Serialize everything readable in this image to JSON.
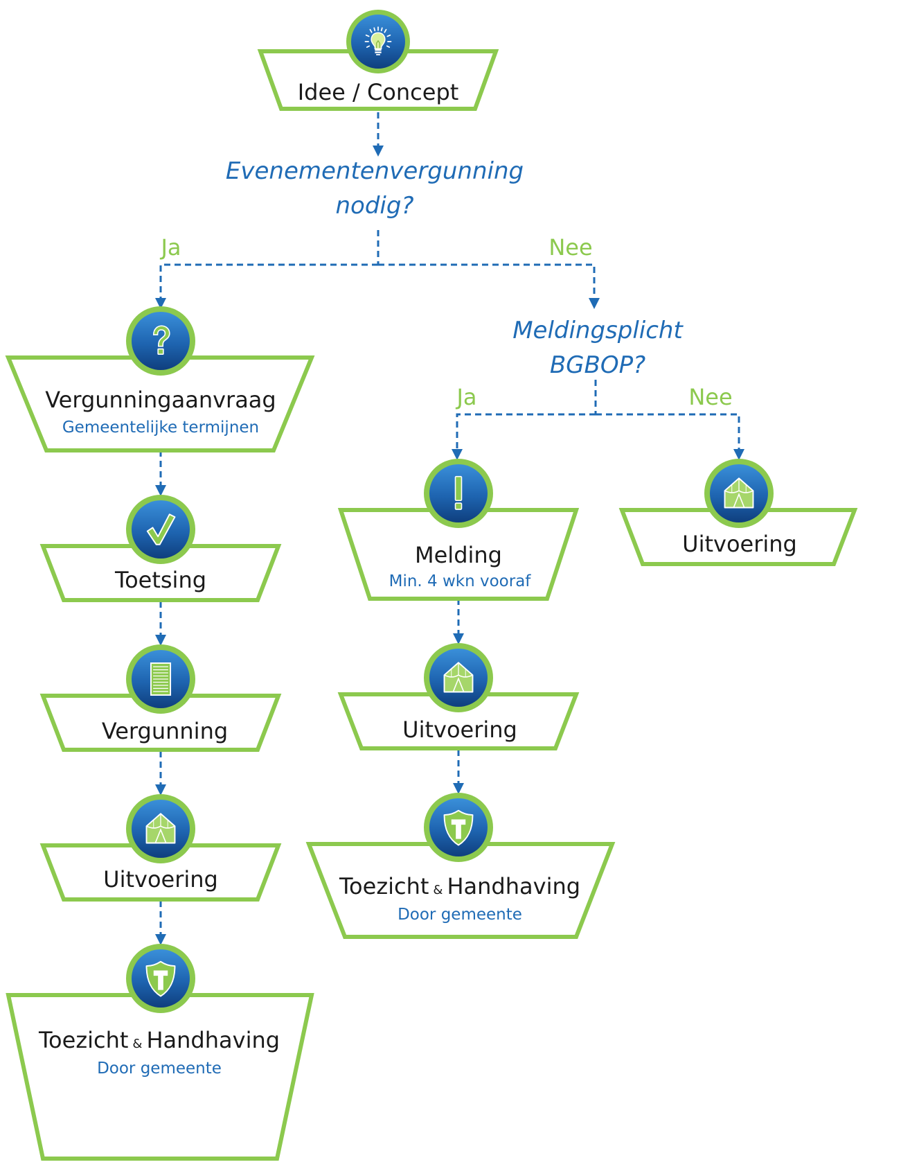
{
  "colors": {
    "accent_green": "#8cc94e",
    "accent_blue": "#1f6bb5",
    "dark_blue": "#134a8c",
    "text_dark": "#1a1a1a"
  },
  "nodes": {
    "idee": {
      "title": "Idee / Concept",
      "icon": "lightbulb-icon"
    },
    "vergunningaanvraag": {
      "title": "Vergunningaanvraag",
      "subtitle": "Gemeentelijke termijnen",
      "icon": "question-mark-icon"
    },
    "toetsing": {
      "title": "Toetsing",
      "icon": "checkmark-icon"
    },
    "vergunning": {
      "title": "Vergunning",
      "icon": "document-icon"
    },
    "uitvoering_left": {
      "title": "Uitvoering",
      "icon": "tent-icon"
    },
    "toezicht_left": {
      "title_a": "Toezicht",
      "amp": "&",
      "title_b": "Handhaving",
      "subtitle": "Door gemeente",
      "icon": "shield-t-icon"
    },
    "melding": {
      "title": "Melding",
      "subtitle": "Min. 4 wkn vooraf",
      "icon": "exclamation-icon"
    },
    "uitvoering_mid": {
      "title": "Uitvoering",
      "icon": "tent-icon"
    },
    "toezicht_mid": {
      "title_a": "Toezicht",
      "amp": "&",
      "title_b": "Handhaving",
      "subtitle": "Door gemeente",
      "icon": "shield-t-icon"
    },
    "uitvoering_right": {
      "title": "Uitvoering",
      "icon": "tent-icon"
    }
  },
  "questions": {
    "q1": {
      "line1": "Evenementenvergunning",
      "line2": "nodig?"
    },
    "q2": {
      "line1": "Meldingsplicht",
      "line2": "BGBOP?"
    }
  },
  "branch_labels": {
    "q1_yes": "Ja",
    "q1_no": "Nee",
    "q2_yes": "Ja",
    "q2_no": "Nee"
  }
}
